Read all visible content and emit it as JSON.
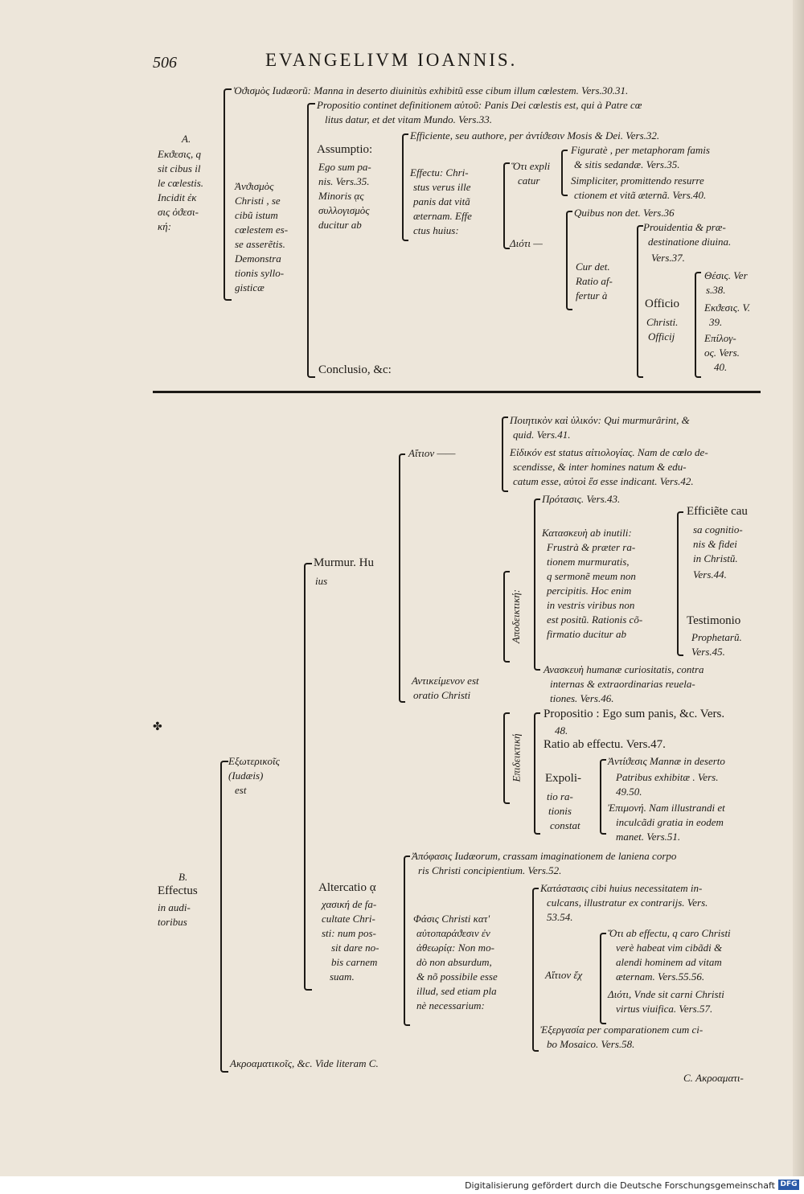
{
  "header": {
    "page_number": "506",
    "running_title": "EVANGELIVM IOANNIS."
  },
  "section_a": {
    "label_letter": "A.",
    "label_text": [
      "Εκϑεσις, q",
      "sit cibus il",
      "le cœlestis.",
      "Incidit ἐκ",
      "σις ὀϑεσι-",
      "κή:"
    ],
    "occasio": "Ὀϑισμὸς Iudæorũ: Manna in deserto diuinitùs exhibitũ esse cibum illum cœlestem. Vers.30.31.",
    "antithesis_label": [
      "Ἀνϑισμὸς",
      "Christi , se",
      "cibũ istum",
      "cœlestem es-",
      "se asserẽtis.",
      "Demonstra",
      "tionis syllo-",
      "gisticæ"
    ],
    "propositio": [
      "Propositio continet definitionem αὐτοῦ: Panis Dei cœlestis est, qui à Patre cœ",
      "litus datur, et det vitam Mundo. Vers.33."
    ],
    "assumptio": [
      "Assumptio:",
      "Ego sum pa-",
      "nis. Vers.35.",
      "Minoris ᾳς",
      "συλλογισμὸς",
      "ducitur ab"
    ],
    "efficiente": "Efficiente, seu authore, per ἀντίϑεσιν Mosis & Dei. Vers.32.",
    "effectu": [
      "Effectu: Chri-",
      "stus verus ille",
      "panis dat vitã",
      "æternam. Effe",
      "ctus huius:"
    ],
    "on_explicatur": [
      "Ὅτι expli",
      "catur"
    ],
    "figurate": [
      "Figuratè , per metaphoram famis",
      "& sitis sedandæ. Vers.35."
    ],
    "simpliciter": [
      "Simpliciter, promittendo resurre",
      "ctionem et vitã æternã. Vers.40."
    ],
    "dioti": "Διότι —",
    "quibus": "Quibus non det. Vers.36",
    "cur": [
      "Cur det.",
      "Ratio af-",
      "fertur à"
    ],
    "prouidentia": [
      "Prouidentia & præ-",
      "destinatione diuina.",
      "Vers.37."
    ],
    "officio": [
      "Officio",
      "Christi.",
      "Officij"
    ],
    "thesis": [
      "Θέσις. Ver",
      "s.38."
    ],
    "ekthesis": [
      "Εκϑεσις. V.",
      "39."
    ],
    "epilogos": [
      "Επίλογ-",
      "ος. Vers.",
      "40."
    ],
    "conclusio": "Conclusio, &c:"
  },
  "section_b": {
    "label_letter": "B.",
    "label_text": [
      "Effectus",
      "in audi-",
      "toribus"
    ],
    "exoteric_label": [
      "Εξωτερικοῖς",
      "(Iudæis)",
      "est"
    ],
    "murmur_label": [
      "Murmur. Hu",
      "ius"
    ],
    "aition": "Αἴτιον ——",
    "poietikon": [
      "Ποιητικὸν καὶ ὑλικόν: Qui murmurârint, &",
      "quid. Vers.41."
    ],
    "eidikon": [
      "Εἰδικόν est status αἰτιολογίας. Nam de cœlo de-",
      "scendisse, & inter homines natum & edu-",
      "catum esse, αὐτοὶ ἕσ esse indicant. Vers.42."
    ],
    "prothesis": "Πρότασις. Vers.43.",
    "kataskeue": [
      "Κατασκευὴ ab inutili:",
      "Frustrà & præter ra-",
      "tionem murmuratis,",
      "q sermonẽ meum non",
      "percipitis. Hoc enim",
      "in vestris viribus non",
      "est positũ. Rationis cõ-",
      "firmatio ducitur ab"
    ],
    "apodeiktike": "Αποδεικτική:",
    "efficiente_causa": [
      "Efficiẽte cau",
      "sa cognitio-",
      "nis & fidei",
      "in Christũ.",
      "Vers.44."
    ],
    "testimonio": [
      "Testimonio",
      "Prophetarũ.",
      "Vers.45."
    ],
    "antikeimenon": [
      "Αντικείμενον est",
      "oratio Christi"
    ],
    "anaskeue": [
      "Ανασκευὴ humanæ curiositatis, contra",
      "internas & extraordinarias reuela-",
      "tiones. Vers.46."
    ],
    "epideiktike": "Επιδεικτική",
    "propositio_b": [
      "Propositio : Ego sum panis, &c. Vers.",
      "48."
    ],
    "ratio": "Ratio ab effectu. Vers.47.",
    "expolitio": [
      "Expoli-",
      "tio ra-",
      "tionis",
      "constat"
    ],
    "antithesis_b": [
      "Ἀντίϑεσις Mannæ in deserto",
      "Patribus exhibitæ . Vers.",
      "49.50."
    ],
    "epimone": [
      "Ἐπιμονή. Nam illustrandi et",
      "inculcãdi gratia in eodem",
      "manet. Vers.51."
    ],
    "altercatio": [
      "Altercatio ᾳ",
      "χασική de fa-",
      "cultate Chri-",
      "sti: num pos-",
      "sit dare no-",
      "bis carnem",
      "suam."
    ],
    "apophasis": [
      "Ἀπόφασις Iudæorum, crassam imaginationem de laniena corpo",
      "ris Christi concipientium. Vers.52."
    ],
    "phasis": [
      "Φάσις Christi κατ'",
      "αὐτοπαράϑεσιν ἐν",
      "ἀθεωρίᾳ: Non mo-",
      "dò non absurdum,",
      "& nõ possibile esse",
      "illud, sed etiam pla",
      "nè necessarium:"
    ],
    "katastasis": [
      "Κατάστασις cibi huius necessitatem in-",
      "culcans, illustratur ex contrarijs. Vers.",
      "53.54."
    ],
    "aition2": "Αἴτιον ἔχ",
    "hoti": [
      "Ὅτι ab effectu, q caro Christi",
      "verè habeat vim cibãdi &",
      "alendi hominem ad vitam",
      "æternam. Vers.55.56."
    ],
    "dioti2": [
      "Διότι, Vnde sit carni Christi",
      "virtus viuifica. Vers.57."
    ],
    "exergasia": [
      "Ἐξεργασία per comparationem cum ci-",
      "bo Mosaico. Vers.58."
    ],
    "akroamatikois": "Ακροαματικοῖς, &c. Vide literam C.",
    "catchword": "C. Ακροαματι-",
    "asterisk": "✤"
  },
  "footer": {
    "credit": "Digitalisierung gefördert durch die Deutsche Forschungsgemeinschaft",
    "logo": "DFG"
  }
}
